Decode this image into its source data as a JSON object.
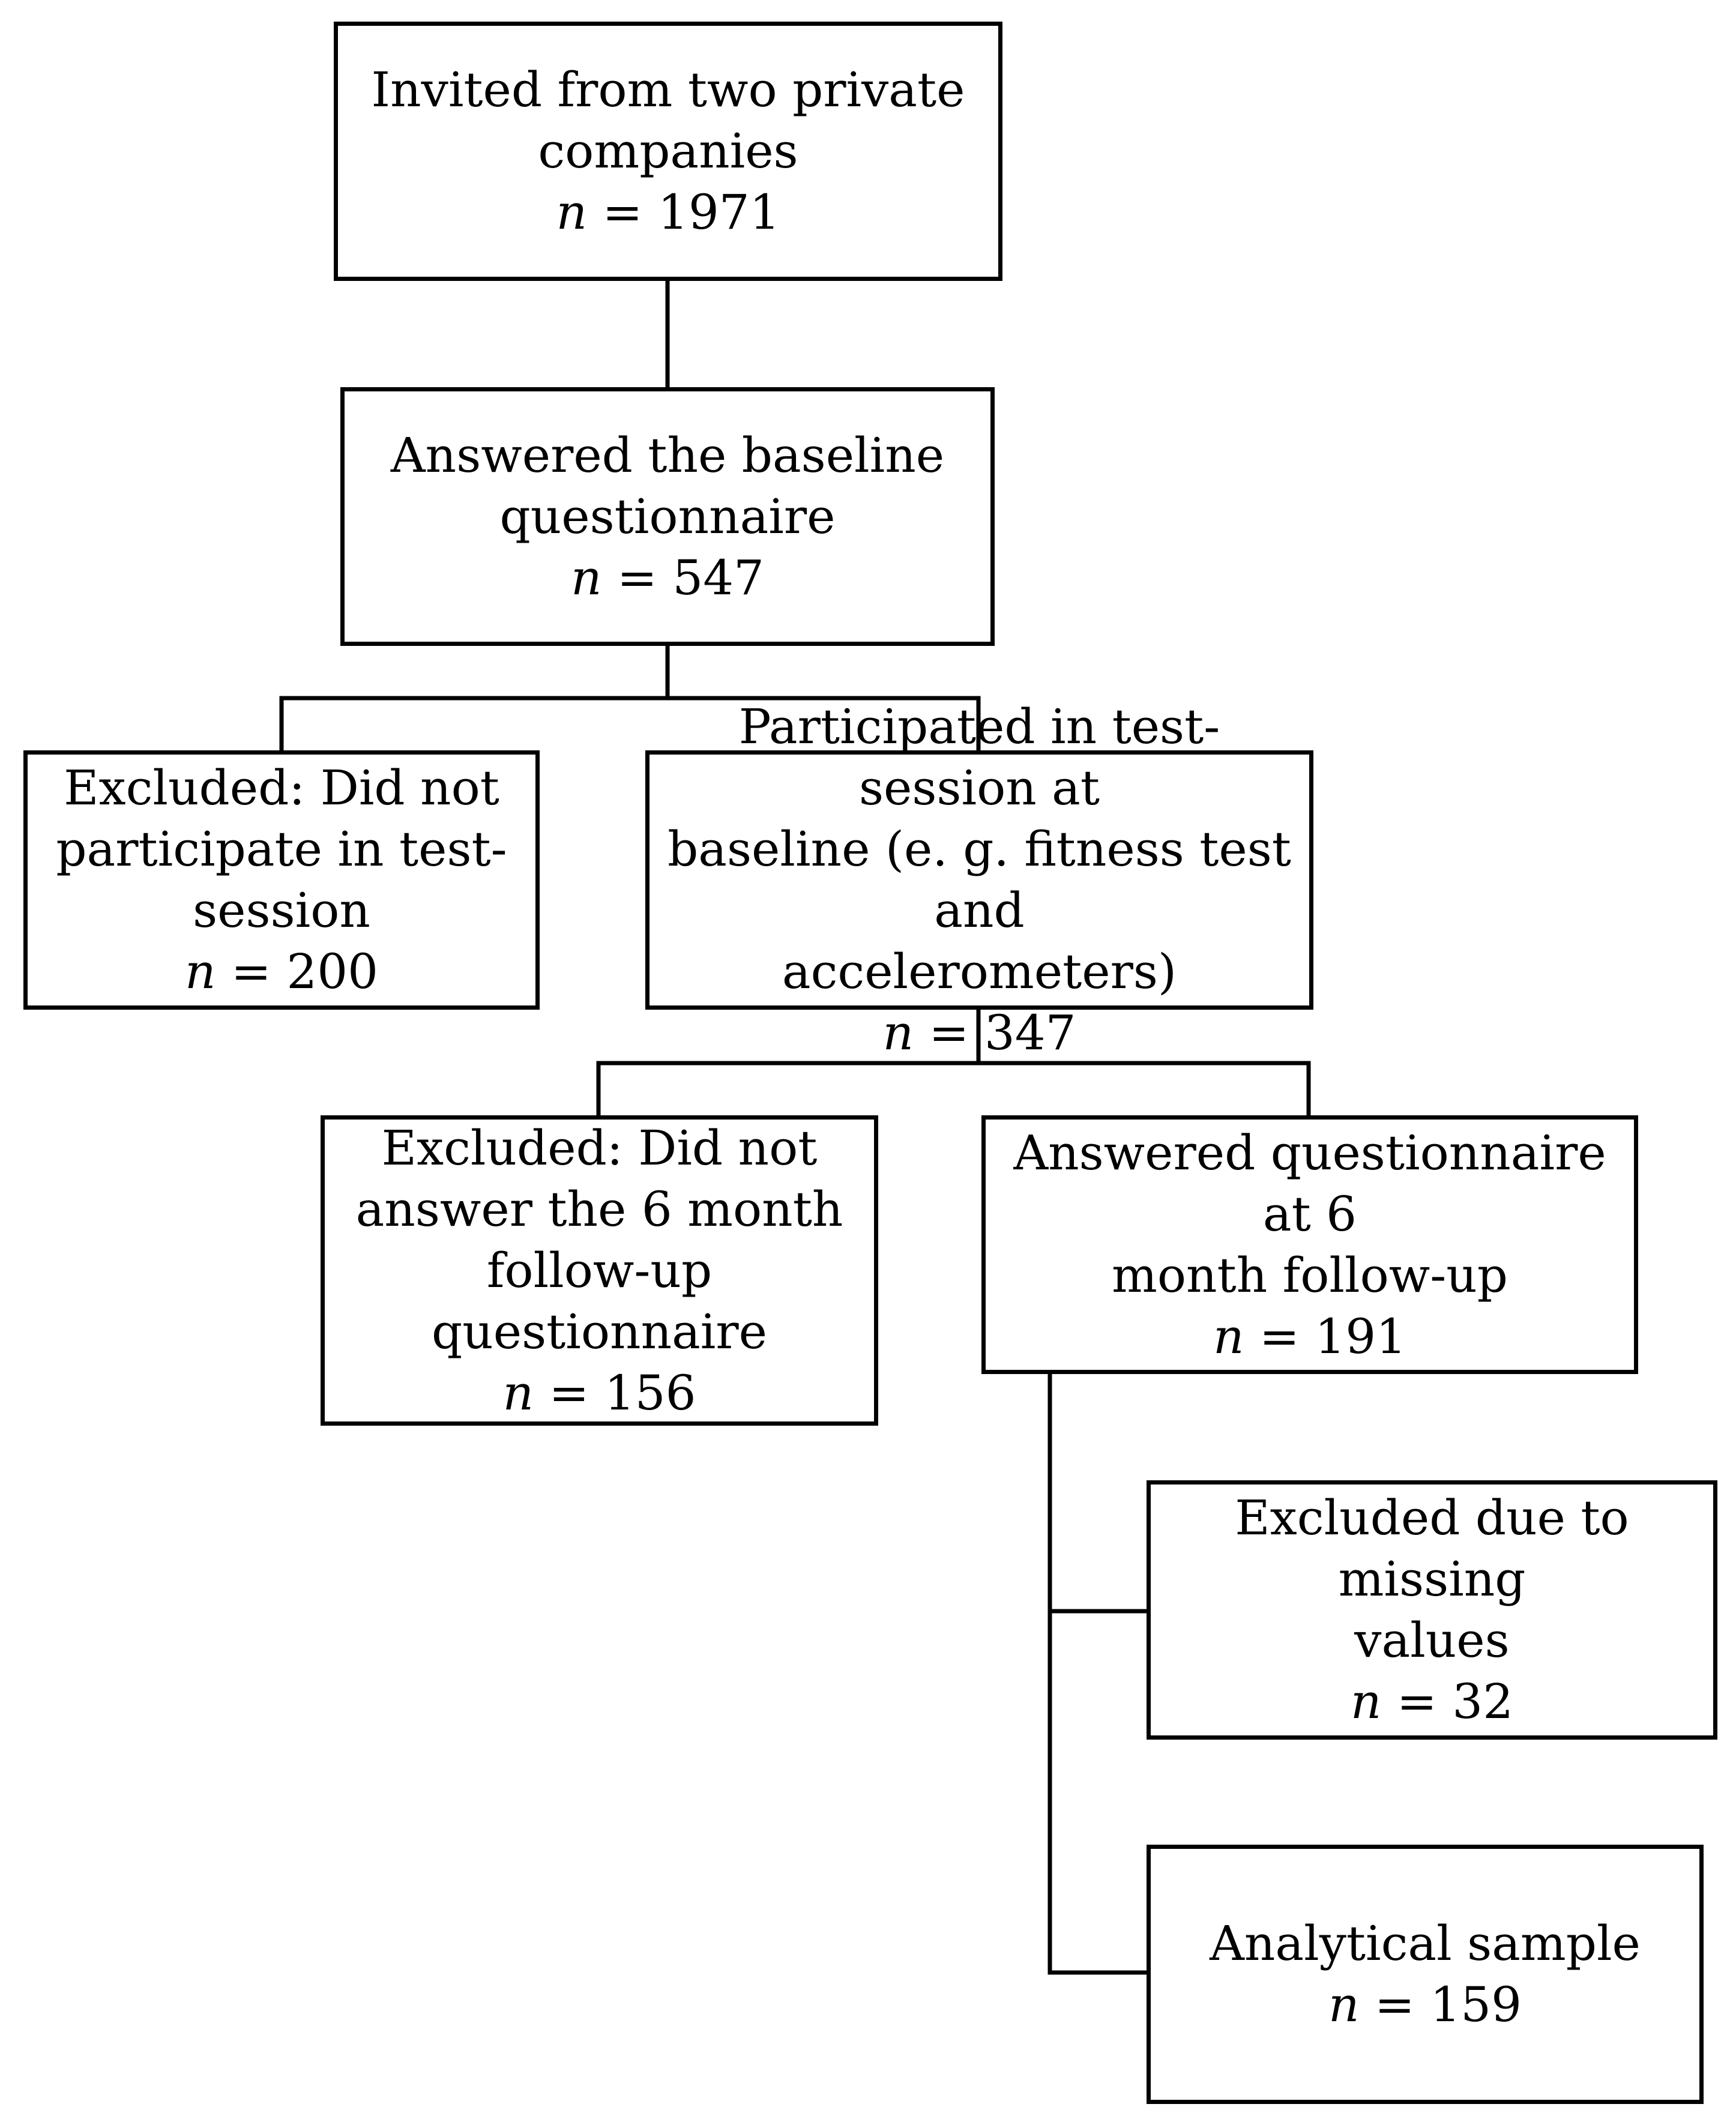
{
  "diagram": {
    "boxes": {
      "invited": {
        "label": "Invited from two private\ncompanies",
        "n_symbol": "n",
        "n_value": "= 1971"
      },
      "baseline": {
        "label": "Answered the baseline\nquestionnaire",
        "n_symbol": "n",
        "n_value": "= 547"
      },
      "excluded_test": {
        "label": "Excluded: Did not\nparticipate in test-\nsession",
        "n_symbol": "n",
        "n_value": "= 200"
      },
      "participated": {
        "label": "Participated in test-session at\nbaseline (e. g. fitness test and\naccelerometers)",
        "n_symbol": "n",
        "n_value": "= 347"
      },
      "excluded_fu": {
        "label": "Excluded: Did not\nanswer the 6 month\nfollow-up questionnaire",
        "n_symbol": "n",
        "n_value": "= 156"
      },
      "followup": {
        "label": "Answered questionnaire at 6\nmonth follow-up",
        "n_symbol": "n",
        "n_value": "= 191"
      },
      "excluded_missing": {
        "label": "Excluded due to missing\nvalues",
        "n_symbol": "n",
        "n_value": "= 32"
      },
      "analytical": {
        "label": "Analytical sample",
        "n_symbol": "n",
        "n_value": "= 159"
      }
    }
  }
}
